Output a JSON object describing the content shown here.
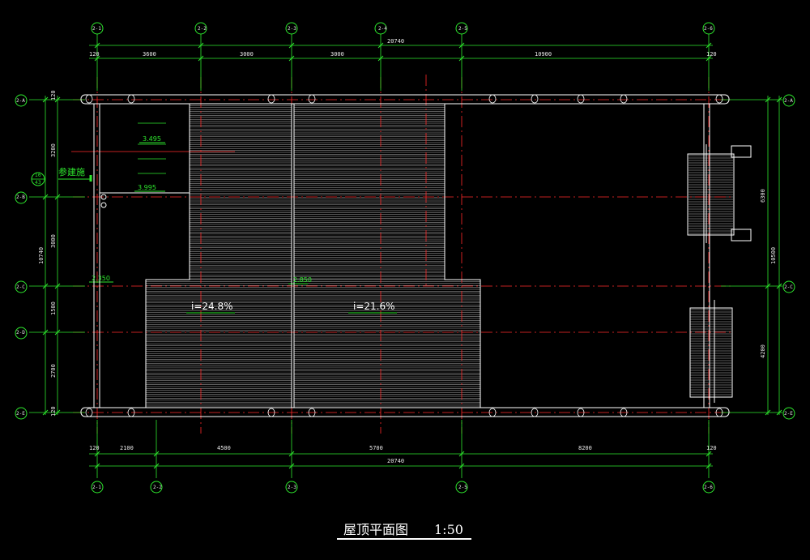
{
  "drawing": {
    "title": "屋顶平面图",
    "scale": "1:50",
    "colors": {
      "background": "#000000",
      "dim_line": "#2ee82e",
      "axis_line": "#ff2a2a",
      "linework": "#ffffff"
    }
  },
  "dimensions": {
    "top_total": "20740",
    "top_segments": [
      "120",
      "3600",
      "3000",
      "3000",
      "10900",
      "120"
    ],
    "bottom_total": "20740",
    "bottom_segments": [
      "120",
      "2100",
      "4500",
      "5700",
      "8200",
      "120"
    ],
    "left_total": "10740",
    "left_segments": [
      "120",
      "3200",
      "3000",
      "1500",
      "2700",
      "120"
    ],
    "right_total": "10500",
    "right_segments": [
      "6300",
      "4200"
    ]
  },
  "grid_labels": {
    "top": [
      "2-1",
      "2-2",
      "2-3",
      "2-4",
      "2-5",
      "2-6"
    ],
    "bottom": [
      "2-1",
      "2-2",
      "2-3",
      "2-5",
      "2-6"
    ],
    "left": [
      "2-A",
      "2-B",
      "2-C",
      "2-D",
      "2-E"
    ],
    "right": [
      "2-A",
      "2-C",
      "2-E"
    ]
  },
  "annotations": {
    "slope_left": "i=24.8%",
    "slope_right": "i=21.6%",
    "elev_1": "3.495",
    "elev_2": "3.995",
    "elev_3": "2.350",
    "elev_4": "2.850",
    "ref_note": "参建施",
    "ref_top": "16",
    "ref_bottom": "43"
  }
}
